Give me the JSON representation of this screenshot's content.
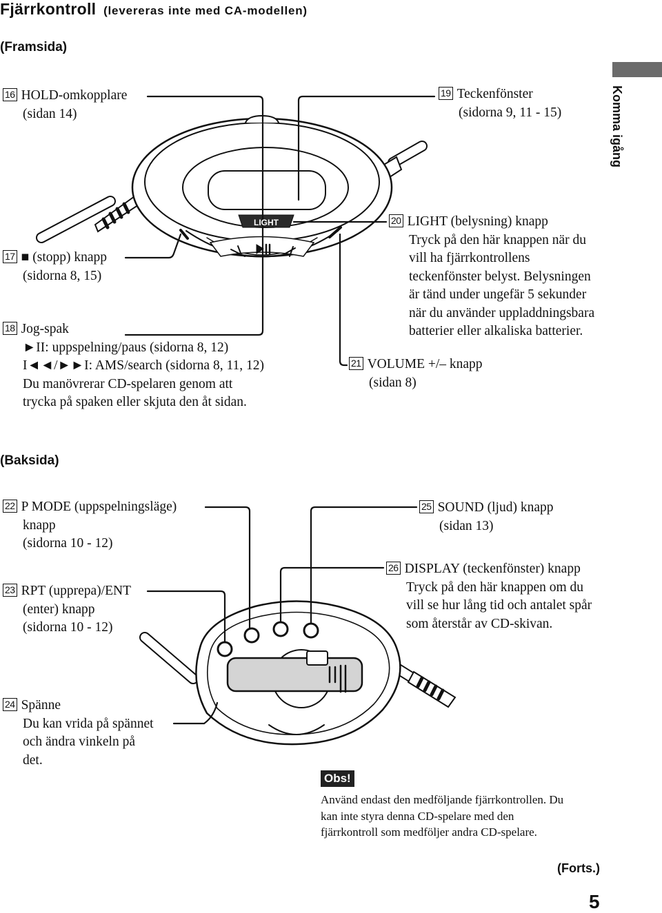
{
  "header": {
    "title": "Fjärrkontroll",
    "subtitle": "(levereras inte med CA-modellen)"
  },
  "side_tab": {
    "label": "Komma igång"
  },
  "front": {
    "heading": "(Framsida)",
    "device_label_light": "LIGHT",
    "items": [
      {
        "num": "16",
        "lines": [
          "HOLD-omkopplare",
          "(sidan 14)"
        ]
      },
      {
        "num": "19",
        "lines": [
          "Teckenfönster",
          "(sidorna 9, 11 - 15)"
        ]
      },
      {
        "num": "17",
        "lines": [
          "■ (stopp) knapp",
          "(sidorna 8, 15)"
        ]
      },
      {
        "num": "18",
        "lines": [
          "Jog-spak",
          "►II: uppspelning/paus (sidorna 8, 12)",
          "I◄◄/►►I: AMS/search (sidorna 8, 11, 12)",
          "Du manövrerar CD-spelaren genom att",
          "trycka på spaken eller skjuta den åt sidan."
        ]
      },
      {
        "num": "20",
        "lines": [
          "LIGHT (belysning) knapp",
          "Tryck på den här knappen när du",
          "vill ha fjärrkontrollens",
          "teckenfönster belyst. Belysningen",
          "är tänd under ungefär 5 sekunder",
          "när du använder uppladdningsbara",
          "batterier eller alkaliska batterier."
        ]
      },
      {
        "num": "21",
        "lines": [
          "VOLUME +/– knapp",
          "(sidan 8)"
        ]
      }
    ]
  },
  "back": {
    "heading": "(Baksida)",
    "items": [
      {
        "num": "22",
        "lines": [
          "P MODE (uppspelningsläge)",
          "knapp",
          "(sidorna 10 - 12)"
        ]
      },
      {
        "num": "23",
        "lines": [
          "RPT (upprepa)/ENT",
          "(enter) knapp",
          "(sidorna 10 - 12)"
        ]
      },
      {
        "num": "24",
        "lines": [
          "Spänne",
          "Du kan vrida på spännet",
          "och ändra vinkeln på",
          "det."
        ]
      },
      {
        "num": "25",
        "lines": [
          "SOUND (ljud) knapp",
          "(sidan 13)"
        ]
      },
      {
        "num": "26",
        "lines": [
          "DISPLAY (teckenfönster) knapp",
          "Tryck på den här knappen om du",
          "vill se hur lång tid och antalet spår",
          "som återstår av CD-skivan."
        ]
      }
    ]
  },
  "note": {
    "badge": "Obs!",
    "lines": [
      "Använd endast den medföljande fjärrkontrollen. Du",
      "kan inte styra denna CD-spelare med den",
      "fjärrkontroll som medföljer andra CD-spelare."
    ]
  },
  "footer": {
    "continued": "(Forts.)",
    "page_number": "5"
  }
}
